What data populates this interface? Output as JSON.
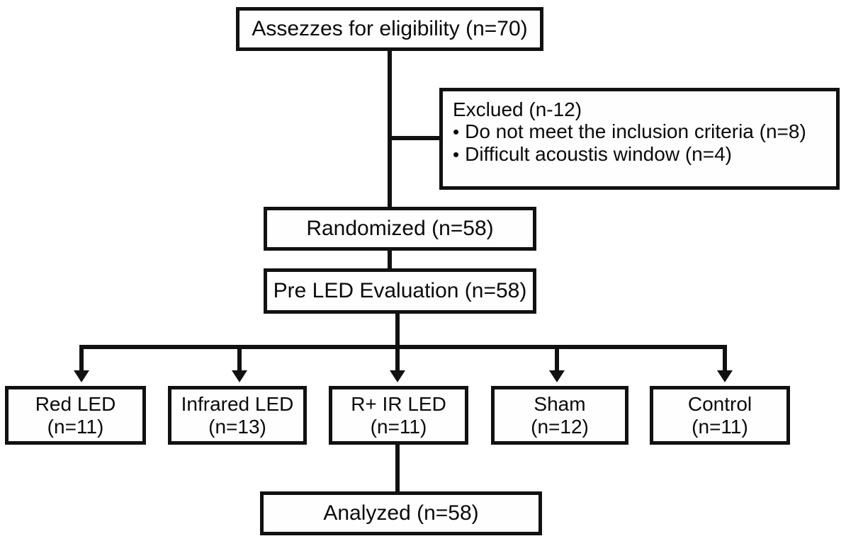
{
  "diagram": {
    "title": "CONSORT participant flow diagram",
    "colors": {
      "stroke": "#111111",
      "box_fill": "#fefefe",
      "background": "#ffffff",
      "text": "#0a0a0a"
    },
    "nodes": {
      "assessed": {
        "label": "Assezzes for eligibility (n=70)"
      },
      "excluded": {
        "heading": "Exclued (n-12)",
        "bullet_glyph": "•",
        "bullets": [
          "Do not meet the inclusion criteria (n=8)",
          "Difficult acoustis window (n=4)"
        ]
      },
      "randomized": {
        "label": "Randomized (n=58)"
      },
      "pre_led": {
        "label": "Pre LED Evaluation (n=58)"
      },
      "analyzed": {
        "label": "Analyzed (n=58)"
      },
      "groups": [
        {
          "name": "Red LED",
          "count": "(n=11)"
        },
        {
          "name": "Infrared LED",
          "count": "(n=13)"
        },
        {
          "name": "R+ IR LED",
          "count": "(n=11)"
        },
        {
          "name": "Sham",
          "count": "(n=12)"
        },
        {
          "name": "Control",
          "count": "(n=11)"
        }
      ]
    }
  },
  "chart_data": {
    "type": "diagram",
    "title": "Assezzes for eligibility (n=70)",
    "flow": [
      {
        "stage": "Assessed for eligibility",
        "label": "Assezzes for eligibility (n=70)",
        "n": 70
      },
      {
        "stage": "Excluded",
        "label": "Exclued (n-12)",
        "n": 12,
        "reasons": [
          {
            "label": "Do not meet the inclusion criteria (n=8)",
            "n": 8
          },
          {
            "label": "Difficult acoustis window (n=4)",
            "n": 4
          }
        ]
      },
      {
        "stage": "Randomized",
        "label": "Randomized (n=58)",
        "n": 58
      },
      {
        "stage": "Pre LED Evaluation",
        "label": "Pre LED Evaluation (n=58)",
        "n": 58
      },
      {
        "stage": "Allocation",
        "groups": [
          {
            "label": "Red LED",
            "n": 11
          },
          {
            "label": "Infrared LED",
            "n": 13
          },
          {
            "label": "R+ IR LED",
            "n": 11
          },
          {
            "label": "Sham",
            "n": 12
          },
          {
            "label": "Control",
            "n": 11
          }
        ]
      },
      {
        "stage": "Analyzed",
        "label": "Analyzed (n=58)",
        "n": 58
      }
    ],
    "categories": [
      "Red LED",
      "Infrared LED",
      "R+ IR LED",
      "Sham",
      "Control"
    ],
    "values": [
      11,
      13,
      11,
      12,
      11
    ]
  }
}
